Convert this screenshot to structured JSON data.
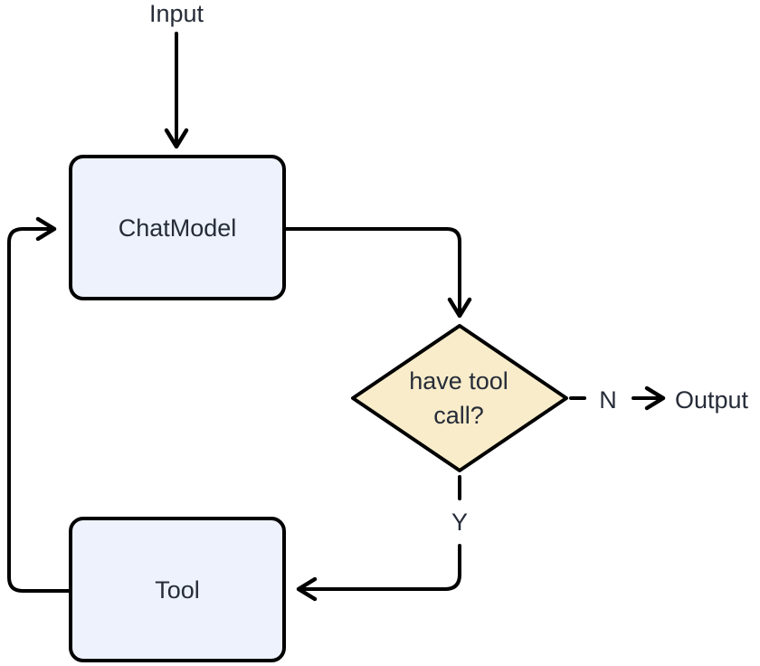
{
  "diagram": {
    "type": "flowchart",
    "background": "#ffffff",
    "line_color": "#000000",
    "text_color": "#262c38",
    "nodes": {
      "input": {
        "label": "Input"
      },
      "chat_model": {
        "label": "ChatModel",
        "fill": "#edf2fc"
      },
      "decision": {
        "label_line1": "have tool",
        "label_line2": "call?",
        "fill": "#f8ecca"
      },
      "tool": {
        "label": "Tool",
        "fill": "#edf2fc"
      },
      "output": {
        "label": "Output"
      }
    },
    "edge_labels": {
      "no": "N",
      "yes": "Y"
    }
  }
}
